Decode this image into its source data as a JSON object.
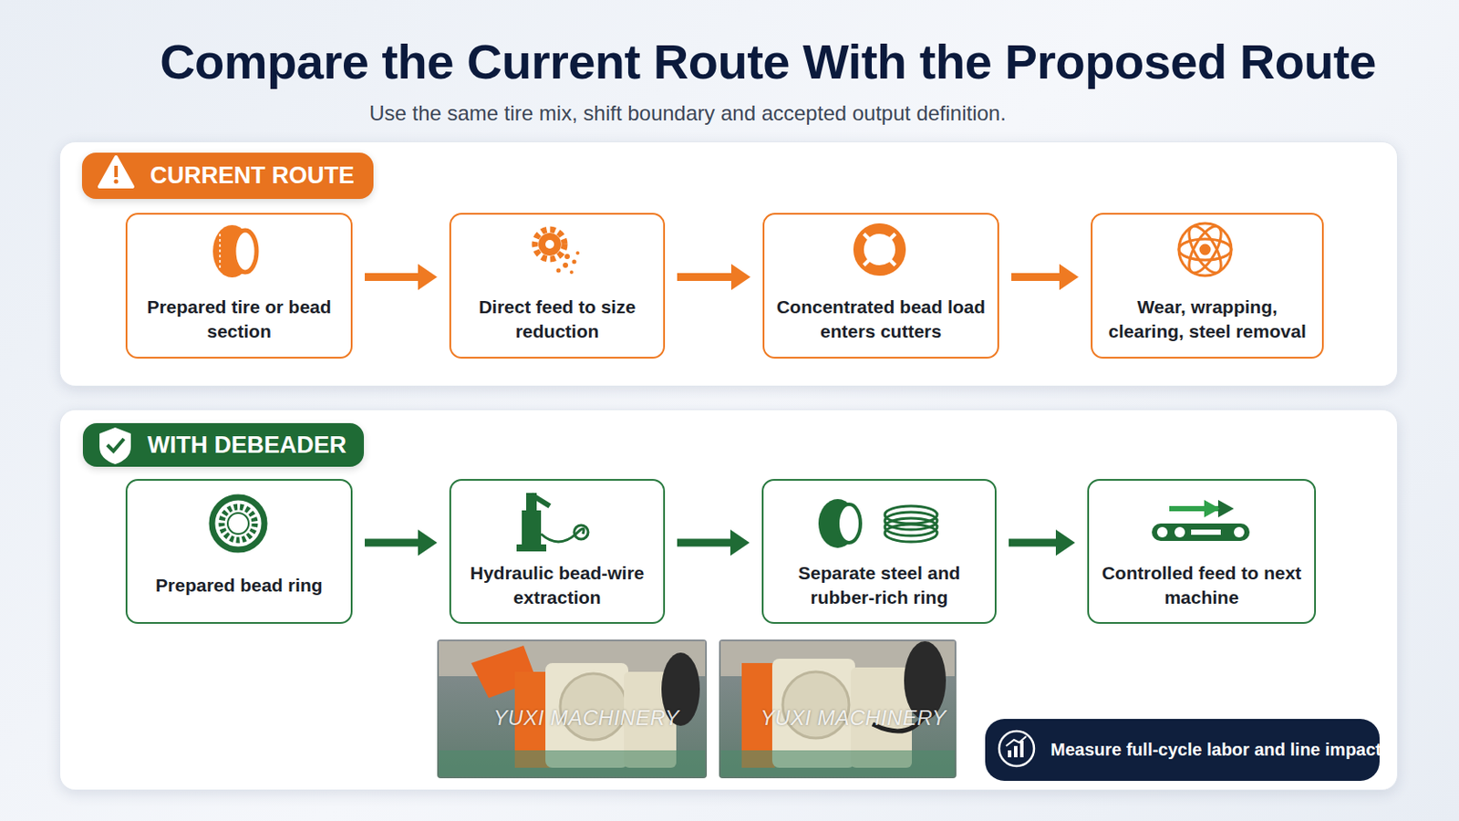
{
  "diagram": {
    "title": "Compare the Current Route With the Proposed Route",
    "caption": "Use the same tire mix, shift boundary and accepted output definition.",
    "nodes": [
      {
        "text": [
          "CURRENT ROUTE"
        ]
      },
      {
        "text": [
          "Prepared tire or bead section"
        ],
        "in": 0
      },
      {
        "text": [
          "Direct feed to size reduction"
        ],
        "in": 0
      },
      {
        "text": [
          "Concentrated bead load enters cutters"
        ],
        "in": 0
      },
      {
        "text": [
          "Wear, wrapping, clearing, steel removal"
        ],
        "in": 0
      },
      {
        "text": [
          "WITH DEBEADER"
        ]
      },
      {
        "text": [
          "Prepared bead ring"
        ],
        "in": 5
      },
      {
        "text": [
          "Hydraulic bead-wire extraction"
        ],
        "in": 5
      },
      {
        "text": [
          "Separate steel and rubber-rich ring"
        ],
        "in": 5
      },
      {
        "text": [
          "Controlled feed to next machine"
        ],
        "in": 5
      },
      {
        "text": [
          "Measure full-cycle labor and line impact"
        ],
        "in": 5
      }
    ],
    "edges": [
      {
        "from": 1,
        "to": 2,
        "arrow": "to"
      },
      {
        "from": 2,
        "to": 3,
        "arrow": "to"
      },
      {
        "from": 3,
        "to": 4,
        "arrow": "to"
      },
      {
        "from": 6,
        "to": 7,
        "arrow": "to"
      },
      {
        "from": 7,
        "to": 8,
        "arrow": "to"
      },
      {
        "from": 8,
        "to": 9,
        "arrow": "to"
      }
    ],
    "labels": [
      "YUXI MACHINERY",
      "YUXI MACHINERY"
    ]
  }
}
